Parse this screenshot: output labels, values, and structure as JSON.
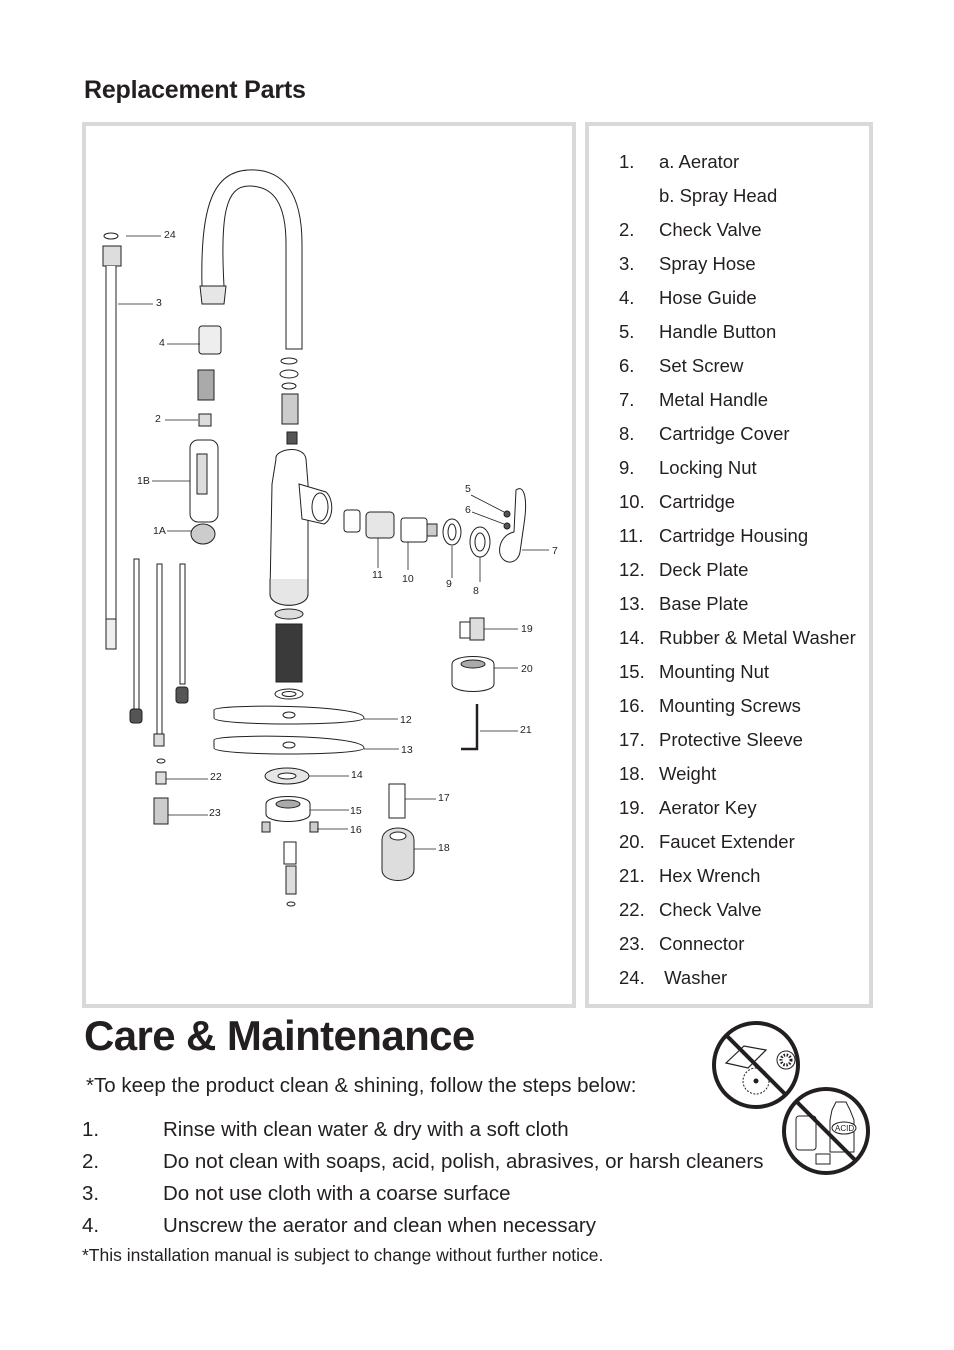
{
  "replacement": {
    "title": "Replacement Parts",
    "parts": [
      {
        "num": "1.",
        "label": "a. Aerator"
      },
      {
        "num": "",
        "label": "b. Spray Head"
      },
      {
        "num": "2.",
        "label": "Check Valve"
      },
      {
        "num": "3.",
        "label": "Spray Hose"
      },
      {
        "num": "4.",
        "label": "Hose Guide"
      },
      {
        "num": "5.",
        "label": "Handle Button"
      },
      {
        "num": "6.",
        "label": "Set Screw"
      },
      {
        "num": "7.",
        "label": "Metal Handle"
      },
      {
        "num": "8.",
        "label": "Cartridge Cover"
      },
      {
        "num": "9.",
        "label": "Locking Nut"
      },
      {
        "num": "10.",
        "label": "Cartridge"
      },
      {
        "num": "11.",
        "label": "Cartridge Housing"
      },
      {
        "num": "12.",
        "label": "Deck Plate"
      },
      {
        "num": "13.",
        "label": "Base Plate"
      },
      {
        "num": "14.",
        "label": "Rubber & Metal Washer"
      },
      {
        "num": "15.",
        "label": "Mounting Nut"
      },
      {
        "num": "16.",
        "label": "Mounting Screws"
      },
      {
        "num": "17.",
        "label": "Protective Sleeve"
      },
      {
        "num": "18.",
        "label": "Weight"
      },
      {
        "num": "19.",
        "label": "Aerator Key"
      },
      {
        "num": "20.",
        "label": "Faucet Extender"
      },
      {
        "num": "21.",
        "label": "Hex Wrench"
      },
      {
        "num": "22.",
        "label": "Check Valve"
      },
      {
        "num": "23.",
        "label": "Connector"
      },
      {
        "num": "24.",
        "label": " Washer"
      }
    ]
  },
  "diagram": {
    "callouts": {
      "c24": "24",
      "c3": "3",
      "c4": "4",
      "c2": "2",
      "c1b": "1B",
      "c1a": "1A",
      "c5": "5",
      "c6": "6",
      "c7": "7",
      "c8": "8",
      "c9": "9",
      "c10": "10",
      "c11": "11",
      "c12": "12",
      "c13": "13",
      "c14": "14",
      "c15": "15",
      "c16": "16",
      "c17": "17",
      "c18": "18",
      "c19": "19",
      "c20": "20",
      "c21": "21",
      "c22": "22",
      "c23": "23"
    },
    "warning_icon_text": "ACID"
  },
  "care": {
    "title": "Care & Maintenance",
    "intro": "*To keep the product clean & shining, follow the steps below:",
    "steps": [
      {
        "num": "1.",
        "text": "Rinse with clean water & dry with a soft cloth"
      },
      {
        "num": "2.",
        "text": "Do not clean with soaps, acid, polish, abrasives, or harsh cleaners"
      },
      {
        "num": "3.",
        "text": "Do not use cloth with a coarse surface"
      },
      {
        "num": "4.",
        "text": "Unscrew the aerator and clean when necessary"
      }
    ],
    "notice": "*This installation manual is subject to change without further notice."
  }
}
